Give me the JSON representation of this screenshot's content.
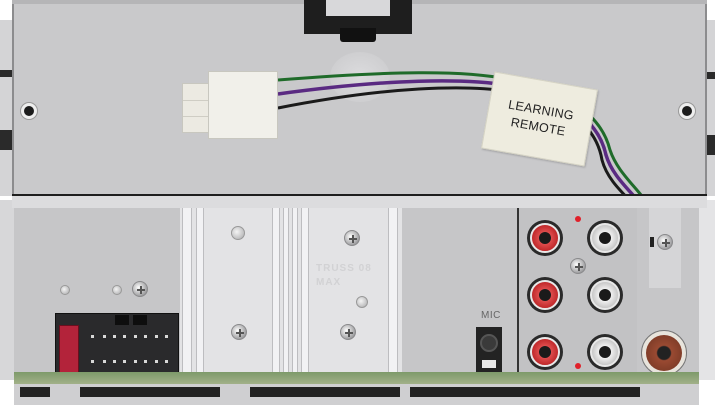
{
  "image": {
    "subject": "Car stereo head unit rear panel",
    "label_tag": {
      "line1": "LEARNING",
      "line2": "REMOTE"
    },
    "jack_labels": {
      "mic": "MIC"
    },
    "heatsink_emboss": {
      "line1": "TRUSS 08",
      "line2": "MAX"
    },
    "connectors": {
      "iso_harness": "wiring-harness-connector",
      "rca_outputs": [
        {
          "row": 1,
          "left": "red",
          "right": "white"
        },
        {
          "row": 2,
          "left": "red",
          "right": "white"
        },
        {
          "row": 3,
          "left": "red",
          "right": "white"
        }
      ],
      "antenna": "antenna-input",
      "remote_plug": "3-pin-white-connector"
    },
    "wire_colors": {
      "green": "#1f6b2a",
      "purple": "#5a2a82",
      "black": "#1a1a1a"
    },
    "colors": {
      "chassis": "#c9c9cb",
      "rca_red": "#c0282a",
      "rca_white": "#eeeeee",
      "antenna": "#8a4028",
      "fuse": "#b3233a",
      "pcb": "#8fa577"
    }
  }
}
